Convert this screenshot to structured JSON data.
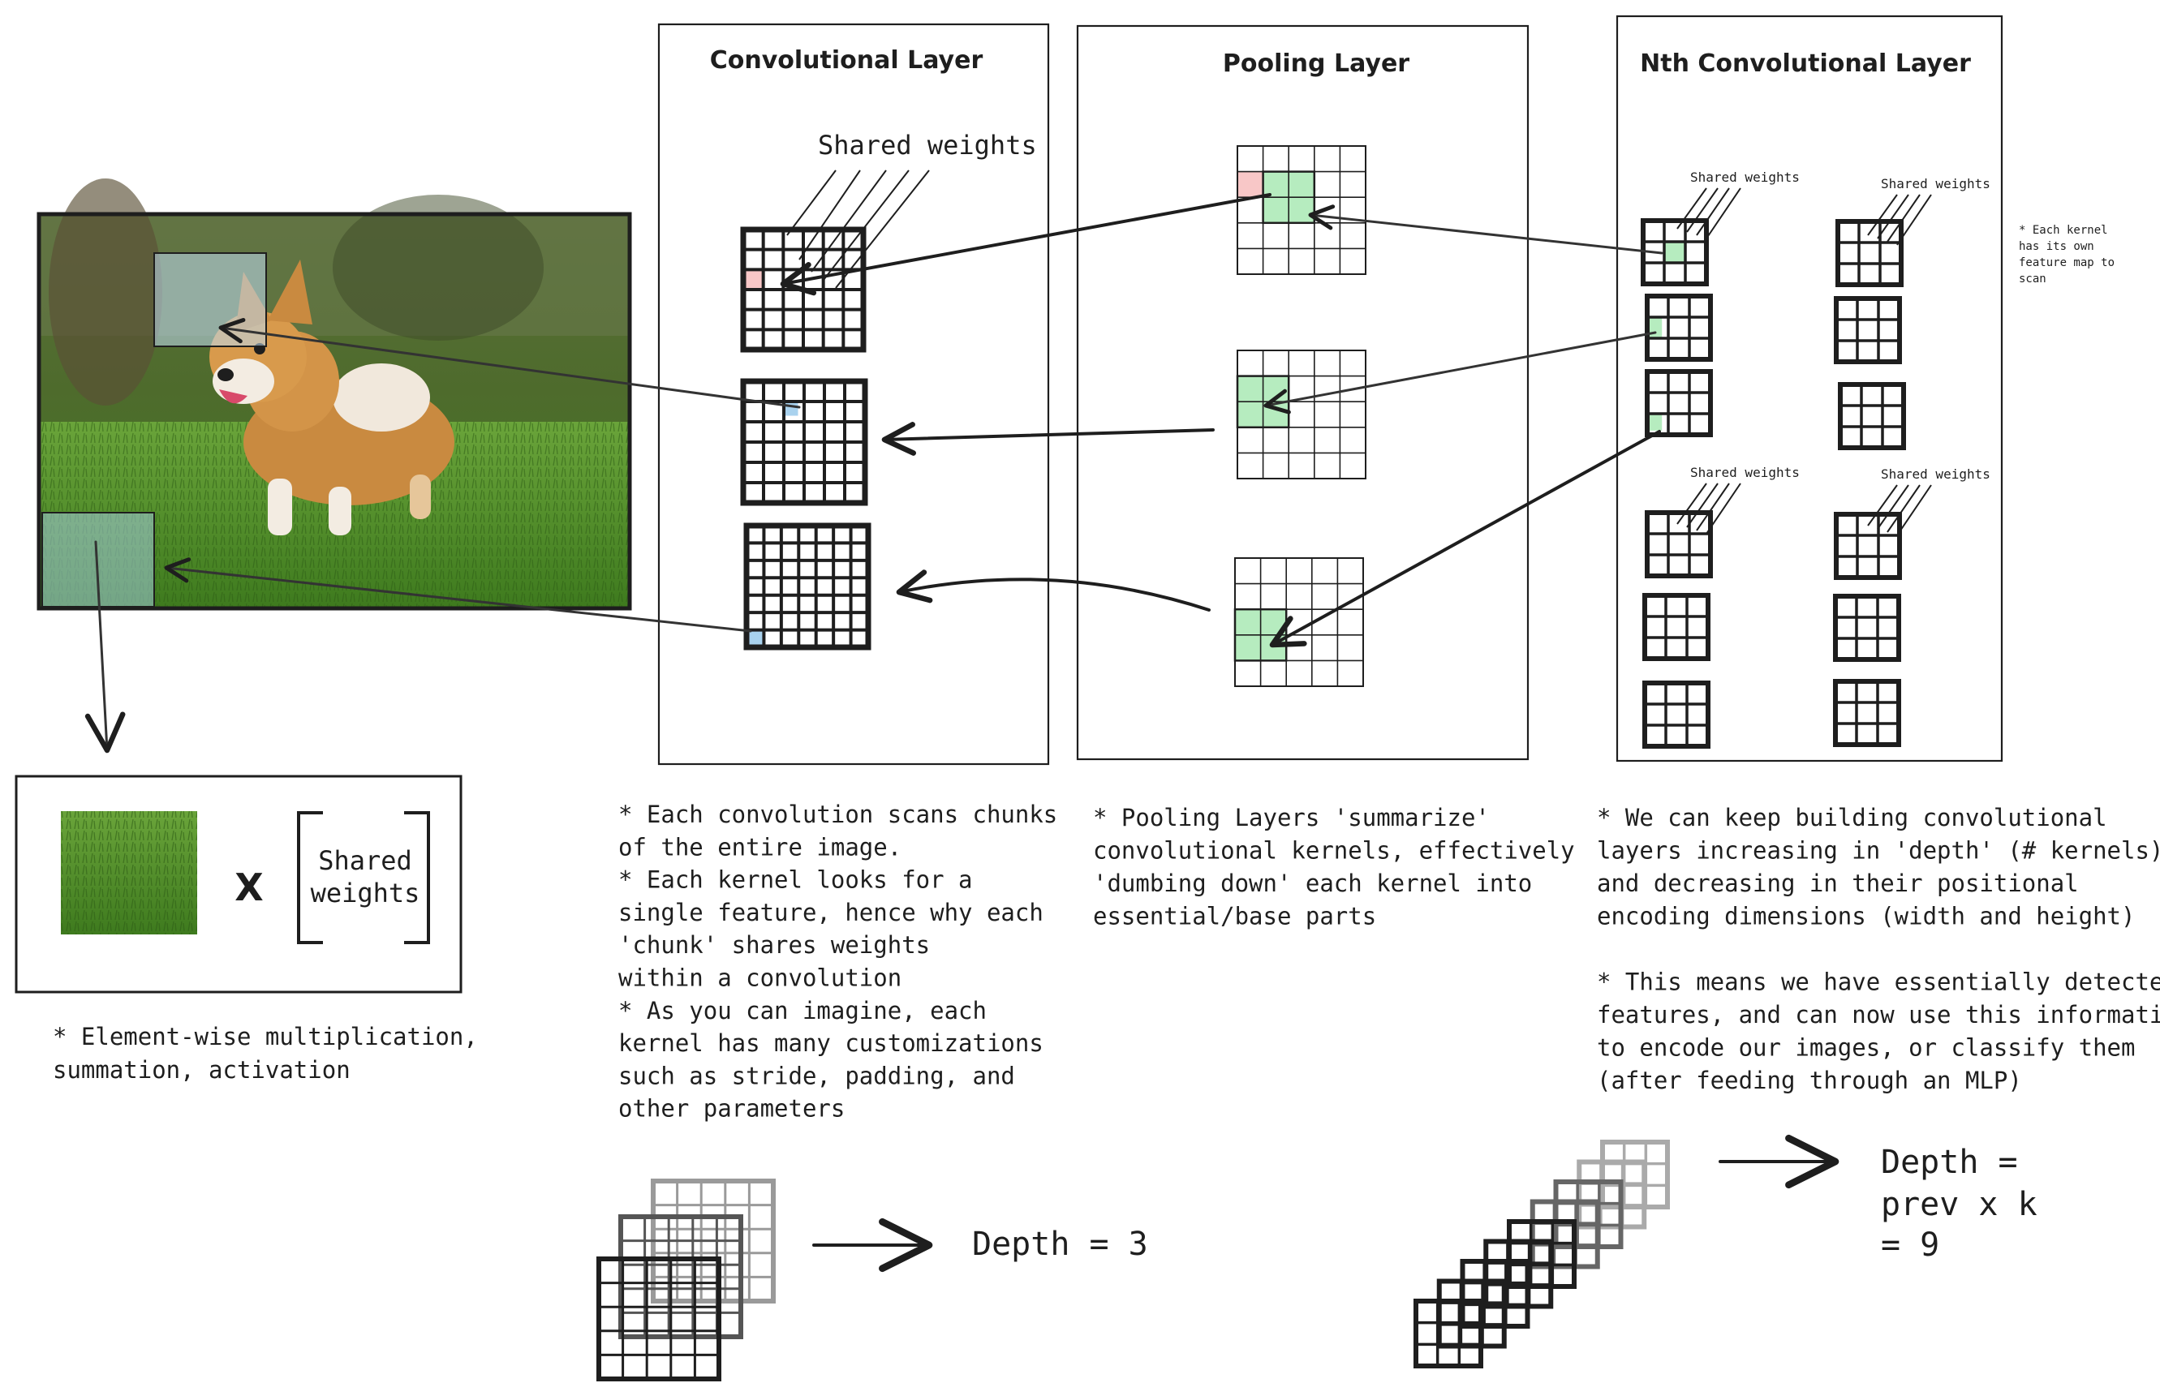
{
  "colors": {
    "ink": "#1e1e1e",
    "red_cell": "#f8c7c7",
    "green_cell": "#b6ecbf",
    "blue_cell": "#a9d2ee"
  },
  "panels": {
    "conv_title": "Convolutional Layer",
    "pool_title": "Pooling Layer",
    "nth_title": "Nth Convolutional Layer"
  },
  "labels": {
    "shared_weights": "Shared weights",
    "shared_weights_small": "Shared weights",
    "each_kernel_note": [
      "* Each kernel",
      "has its own",
      "feature map to",
      "scan"
    ]
  },
  "equation": {
    "operator": "X",
    "bracket_text": [
      "Shared",
      "weights"
    ]
  },
  "notes": {
    "elementwise": [
      "* Element-wise multiplication,",
      "summation, activation"
    ],
    "convolution": [
      "* Each convolution scans chunks",
      "of the entire image.",
      "* Each kernel looks for a",
      "single feature, hence why each",
      "'chunk' shares weights",
      "within a convolution",
      "* As you can imagine, each",
      "kernel has many customizations",
      "such as stride, padding, and",
      "other parameters"
    ],
    "pooling": [
      "* Pooling Layers 'summarize'",
      "convolutional kernels, effectively",
      "'dumbing down' each kernel into",
      "essential/base parts"
    ],
    "depth_building": [
      "* We can keep building convolutional",
      "layers increasing in 'depth' (# kernels)",
      "and decreasing in their positional",
      "encoding dimensions (width and height)",
      "",
      "* This means we have essentially detected",
      "features, and can now use this information",
      "to encode our images, or classify them",
      "(after feeding through an MLP)"
    ]
  },
  "depth": {
    "small": "Depth = 3",
    "large": [
      "Depth =",
      "prev x k",
      "= 9"
    ]
  },
  "icons": {
    "photo": "corgi-photo",
    "grass": "grass-patch-thumbnail"
  }
}
